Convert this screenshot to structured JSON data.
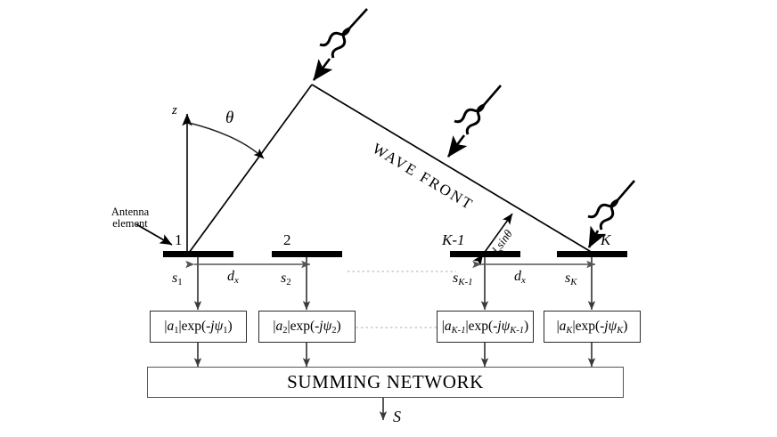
{
  "figure": {
    "type": "antenna-array-beamforming-diagram",
    "axis_label": "z",
    "angle_label": "θ",
    "wavefront_label": "WAVE FRONT",
    "path_difference_label": "d",
    "path_difference_sub": "x",
    "path_difference_suffix": "sinθ",
    "annotation": {
      "line1": "Antenna",
      "line2": "element"
    },
    "summing_network_label": "SUMMING NETWORK",
    "output_label": "S"
  },
  "elements": [
    {
      "index_label": "1",
      "signal_label": "s",
      "signal_sub": "1",
      "weight_mag_open": "|",
      "weight_a": "a",
      "weight_a_sub": "1",
      "weight_mag_close": "|",
      "weight_exp": "exp(-",
      "weight_j": "j",
      "weight_psi": "ψ",
      "weight_psi_sub": "1",
      "weight_close": ")"
    },
    {
      "index_label": "2",
      "signal_label": "s",
      "signal_sub": "2",
      "weight_mag_open": "|",
      "weight_a": "a",
      "weight_a_sub": "2",
      "weight_mag_close": "|",
      "weight_exp": "exp(-",
      "weight_j": "j",
      "weight_psi": "ψ",
      "weight_psi_sub": "2",
      "weight_close": ")"
    },
    {
      "index_label": "K-1",
      "signal_label": "s",
      "signal_sub": "K-1",
      "weight_mag_open": "|",
      "weight_a": "a",
      "weight_a_sub": "K-1",
      "weight_mag_close": "|",
      "weight_exp": "exp(-",
      "weight_j": "j",
      "weight_psi": "ψ",
      "weight_psi_sub": "K-1",
      "weight_close": ")"
    },
    {
      "index_label": "K",
      "signal_label": "s",
      "signal_sub": "K",
      "weight_mag_open": "|",
      "weight_a": "a",
      "weight_a_sub": "K",
      "weight_mag_close": "|",
      "weight_exp": "exp(-",
      "weight_j": "j",
      "weight_psi": "ψ",
      "weight_psi_sub": "K",
      "weight_close": ")"
    }
  ],
  "spacings": [
    {
      "label": "d",
      "sub": "x"
    },
    {
      "label": "d",
      "sub": "x"
    }
  ],
  "colors": {
    "stroke": "#000000",
    "thin_stroke": "#3a3a3a",
    "dim_stroke": "#555555",
    "dotted": "#bdbdbd",
    "background": "#ffffff"
  }
}
